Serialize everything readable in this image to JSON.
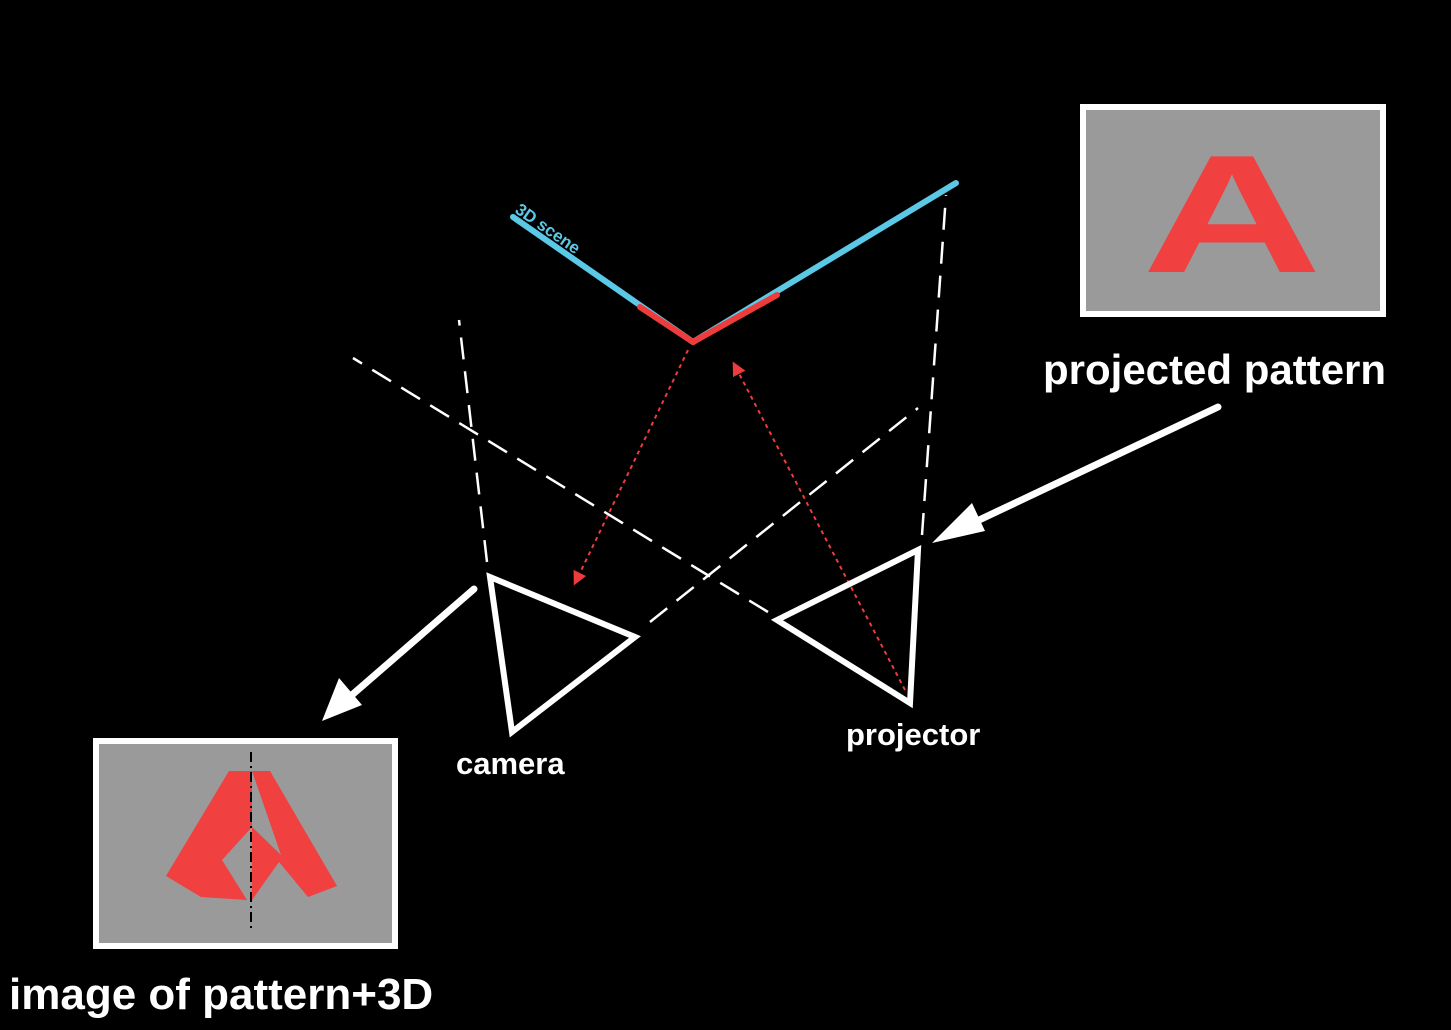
{
  "labels": {
    "scene": "3D scene",
    "camera": "camera",
    "projector": "projector",
    "projected_pattern": "projected pattern",
    "captured_image": "image of pattern+3D"
  },
  "pattern": {
    "letter": "A"
  },
  "colors": {
    "background": "#000000",
    "scene_surface": "#5bc8e6",
    "illuminated_region": "#ee3b3b",
    "pattern_letter": "#f04040",
    "panel_fill": "#9a9a9a",
    "outline": "#ffffff",
    "ray": "#ee3b3b"
  }
}
